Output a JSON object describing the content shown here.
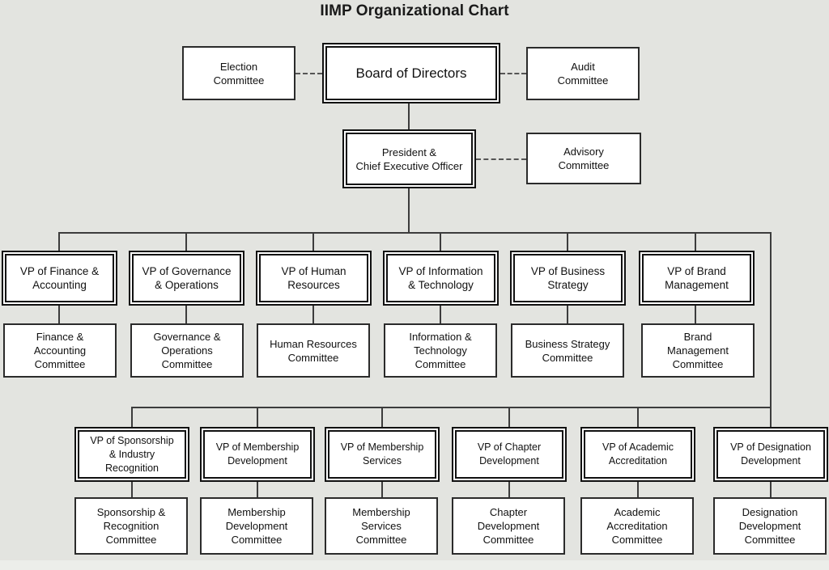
{
  "title": "IIMP Organizational Chart",
  "theme": {
    "background": "#e3e4e0",
    "box_fill": "#ffffff",
    "line": "#3c3c3c",
    "text": "#111111"
  },
  "nodes": {
    "board": "Board of Directors",
    "election_committee": "Election\nCommittee",
    "audit_committee": "Audit\nCommittee",
    "ceo": "President &\nChief Executive Officer",
    "advisory_committee": "Advisory\nCommittee"
  },
  "vp_row_1": [
    {
      "vp": "VP of Finance &\nAccounting",
      "committee": "Finance &\nAccounting\nCommittee"
    },
    {
      "vp": "VP of Governance\n& Operations",
      "committee": "Governance &\nOperations\nCommittee"
    },
    {
      "vp": "VP of Human\nResources",
      "committee": "Human Resources\nCommittee"
    },
    {
      "vp": "VP of Information\n& Technology",
      "committee": "Information &\nTechnology\nCommittee"
    },
    {
      "vp": "VP of Business\nStrategy",
      "committee": "Business Strategy\nCommittee"
    },
    {
      "vp": "VP of Brand\nManagement",
      "committee": "Brand\nManagement\nCommittee"
    }
  ],
  "vp_row_2": [
    {
      "vp": "VP of Sponsorship\n& Industry\nRecognition",
      "committee": "Sponsorship &\nRecognition\nCommittee"
    },
    {
      "vp": "VP of Membership\nDevelopment",
      "committee": "Membership\nDevelopment\nCommittee"
    },
    {
      "vp": "VP of Membership\nServices",
      "committee": "Membership\nServices\nCommittee"
    },
    {
      "vp": "VP of Chapter\nDevelopment",
      "committee": "Chapter\nDevelopment\nCommittee"
    },
    {
      "vp": "VP of Academic\nAccreditation",
      "committee": "Academic\nAccreditation\nCommittee"
    },
    {
      "vp": "VP of Designation\nDevelopment",
      "committee": "Designation\nDevelopment\nCommittee"
    }
  ]
}
